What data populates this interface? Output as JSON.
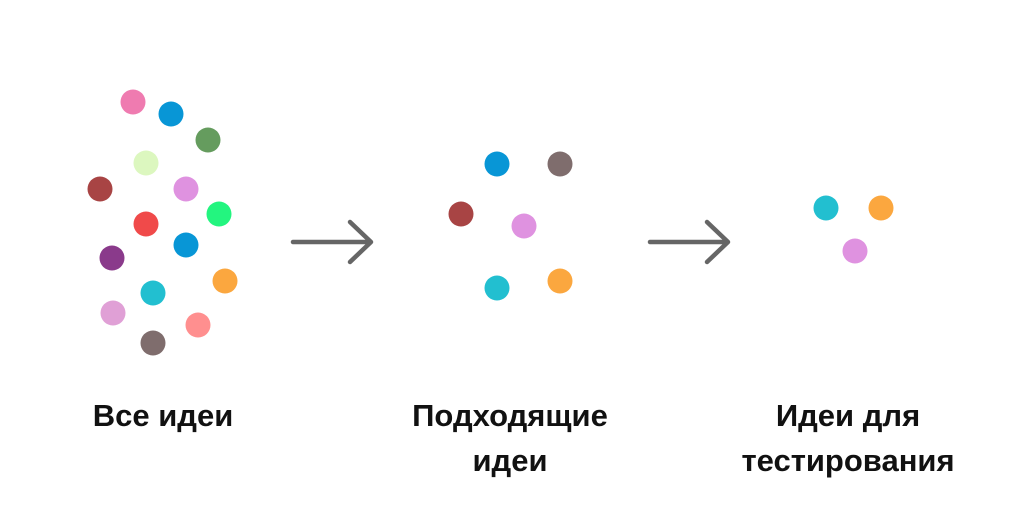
{
  "stages": [
    {
      "label_lines": [
        "Все идеи"
      ],
      "dots": [
        "#ef7bb0",
        "#0896d6",
        "#659c5e",
        "#dcf7bf",
        "#a84444",
        "#df92e0",
        "#23f57f",
        "#f04a4a",
        "#0896d6",
        "#8a3a8b",
        "#fba73f",
        "#22bfd0",
        "#e0a0d6",
        "#ff8f8f",
        "#7f6d6d"
      ]
    },
    {
      "label_lines": [
        "Подходящие",
        "идеи"
      ],
      "dots": [
        "#0896d6",
        "#7f6d6d",
        "#a84444",
        "#df92e0",
        "#22bfd0",
        "#fba73f"
      ]
    },
    {
      "label_lines": [
        "Идеи для",
        "тестирования"
      ],
      "dots": [
        "#22bfd0",
        "#fba73f",
        "#df92e0"
      ]
    }
  ],
  "arrow_color": "#666666"
}
